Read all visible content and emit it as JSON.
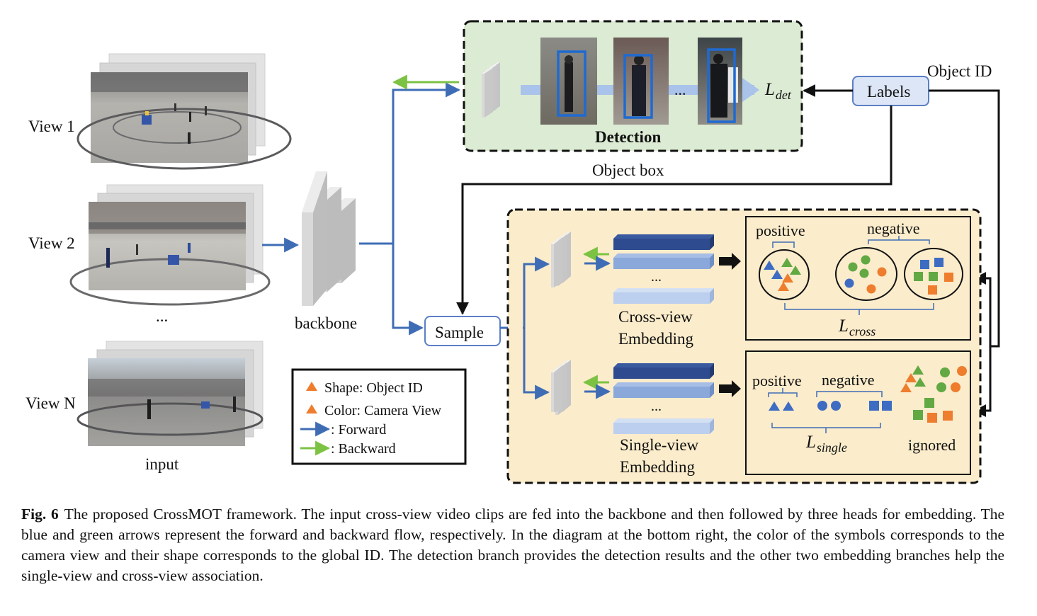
{
  "views": {
    "view1": "View 1",
    "view2": "View 2",
    "ellipsis": "...",
    "viewN": "View N",
    "input_label": "input"
  },
  "backbone_label": "backbone",
  "detection": {
    "title": "Detection",
    "ellipsis": "...",
    "loss_main": "L",
    "loss_sub": "det"
  },
  "labels": {
    "box": "Labels",
    "object_id": "Object ID",
    "object_box": "Object box"
  },
  "sample_label": "Sample",
  "cross_view": {
    "ellipsis": "...",
    "label_line1": "Cross-view",
    "label_line2": "Embedding",
    "positive": "positive",
    "negative": "negative",
    "loss_main": "L",
    "loss_sub": "cross"
  },
  "single_view": {
    "ellipsis": "...",
    "label_line1": "Single-view",
    "label_line2": "Embedding",
    "positive": "positive",
    "negative": "negative",
    "ignored": "ignored",
    "loss_main": "L",
    "loss_sub": "single"
  },
  "legend": {
    "shape": "Shape: Object ID",
    "color": "Color: Camera View",
    "forward": ": Forward",
    "backward": ": Backward"
  },
  "caption": {
    "label": "Fig. 6",
    "text": "The proposed CrossMOT framework. The input cross-view video clips are fed into the backbone and then followed by three heads for embedding. The blue and green arrows represent the forward and backward flow, respectively. In the diagram at the bottom right, the color of the symbols corresponds to the camera view and their shape corresponds to the global ID. The detection branch provides the detection results and the other two embedding branches help the single-view and cross-view association."
  },
  "colors": {
    "forward_arrow": "#3f6db5",
    "backward_arrow": "#7cc243",
    "detection_bg": "#dcebd3",
    "embedding_bg": "#fbeccb",
    "labels_box": "#dde6f6",
    "shape_blue": "#3d6cc2",
    "shape_orange": "#ee7d2e",
    "shape_green": "#62a843"
  }
}
